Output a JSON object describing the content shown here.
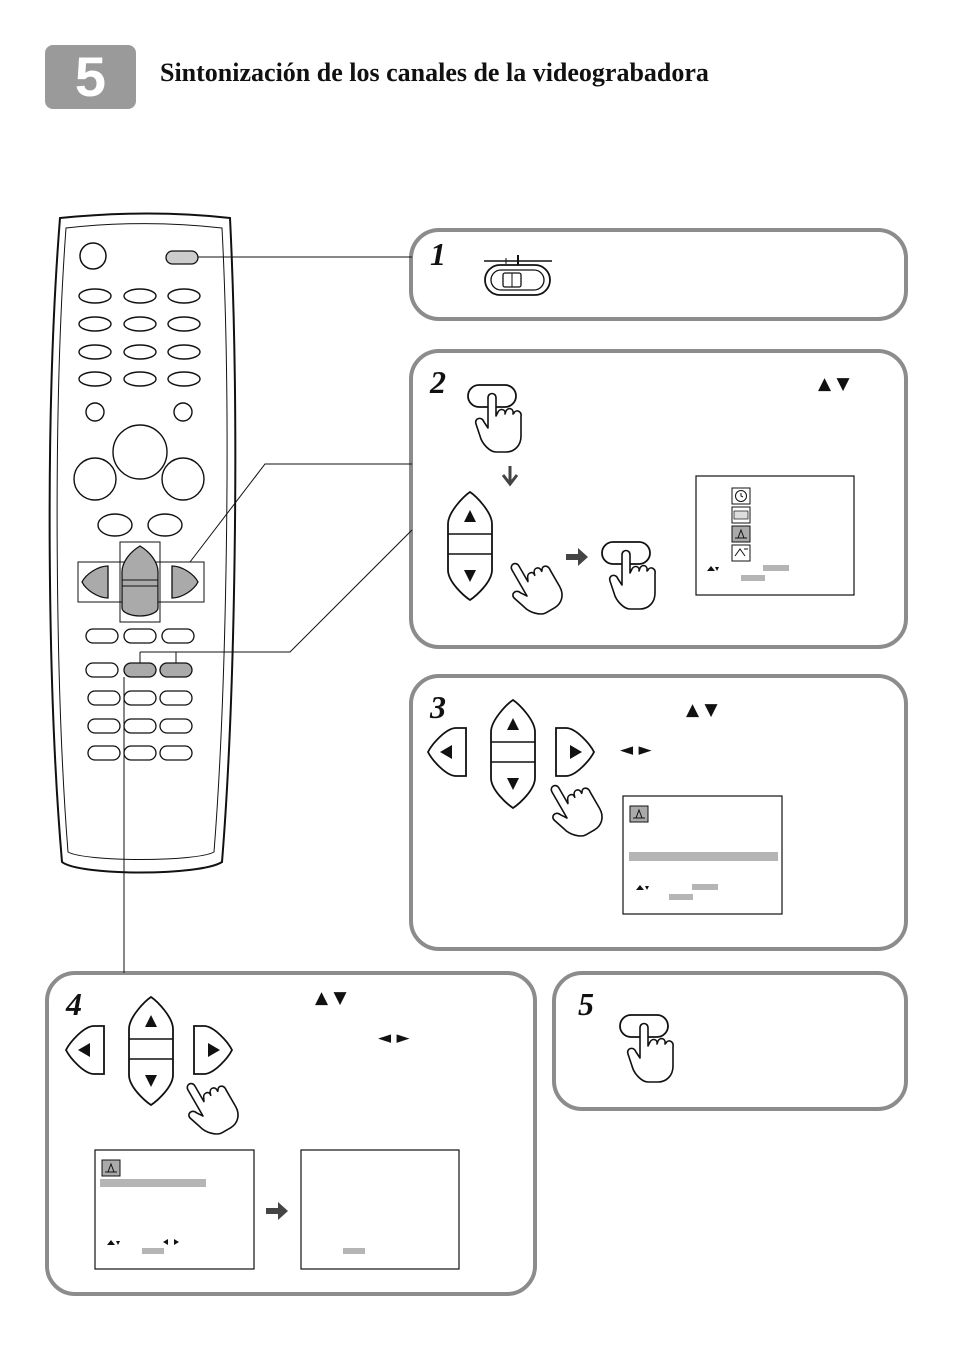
{
  "header": {
    "step_number": "5",
    "title": "Sintonización de los canales de la videograbadora"
  },
  "steps": [
    {
      "number": "1"
    },
    {
      "number": "2",
      "arrows": "▲ ▼"
    },
    {
      "number": "3",
      "arrows_updown": "▲ ▼",
      "arrows_leftright": "◄ ►"
    },
    {
      "number": "4",
      "arrows_updown": "▲ ▼",
      "arrows_leftright": "◄ ►"
    },
    {
      "number": "5"
    }
  ],
  "icons": [
    "remote-control-icon",
    "power-switch-icon",
    "hand-press-icon",
    "arrow-pad-icon",
    "clock-icon",
    "rec-icon",
    "antenna-icon",
    "language-icon"
  ],
  "colors": {
    "badge": "#9a9a9a",
    "panel_border": "#8c8c8c",
    "highlight_bar": "#b5b5b5"
  }
}
